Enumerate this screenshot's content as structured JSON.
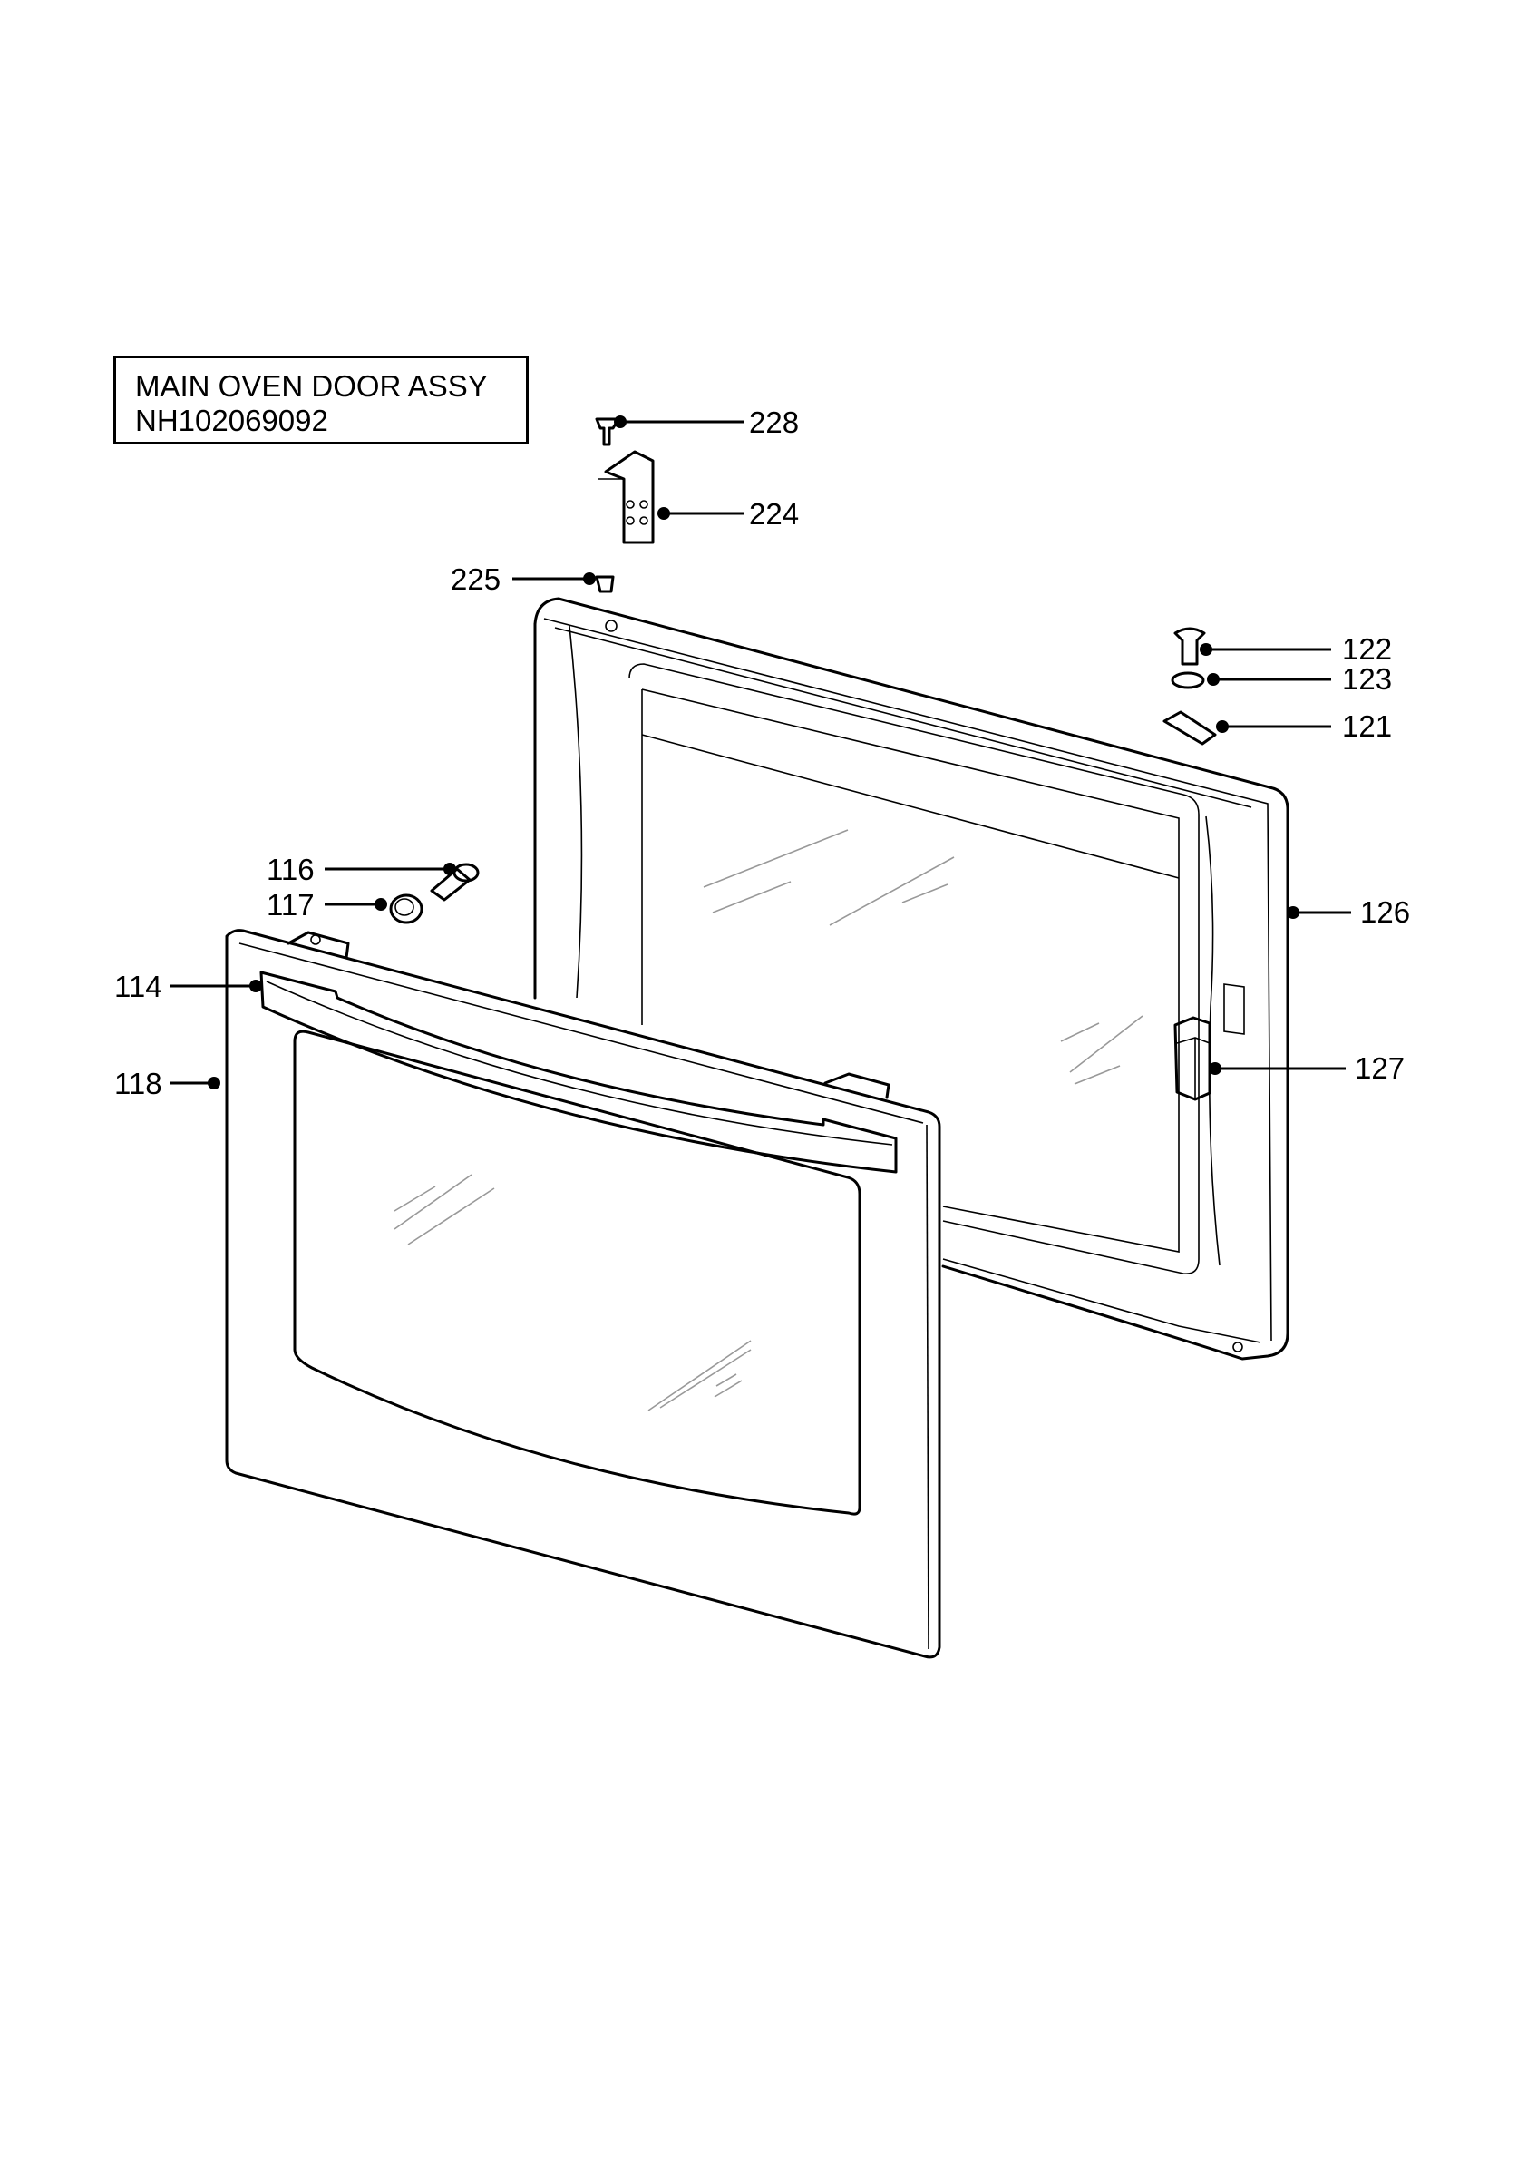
{
  "title": {
    "line1": "MAIN OVEN DOOR ASSY",
    "line2": "NH102069092"
  },
  "callouts": [
    {
      "id": "228",
      "label": "228"
    },
    {
      "id": "224",
      "label": "224"
    },
    {
      "id": "225",
      "label": "225"
    },
    {
      "id": "122",
      "label": "122"
    },
    {
      "id": "123",
      "label": "123"
    },
    {
      "id": "121",
      "label": "121"
    },
    {
      "id": "126",
      "label": "126"
    },
    {
      "id": "127",
      "label": "127"
    },
    {
      "id": "116",
      "label": "116"
    },
    {
      "id": "117",
      "label": "117"
    },
    {
      "id": "114",
      "label": "114"
    },
    {
      "id": "118",
      "label": "118"
    }
  ]
}
